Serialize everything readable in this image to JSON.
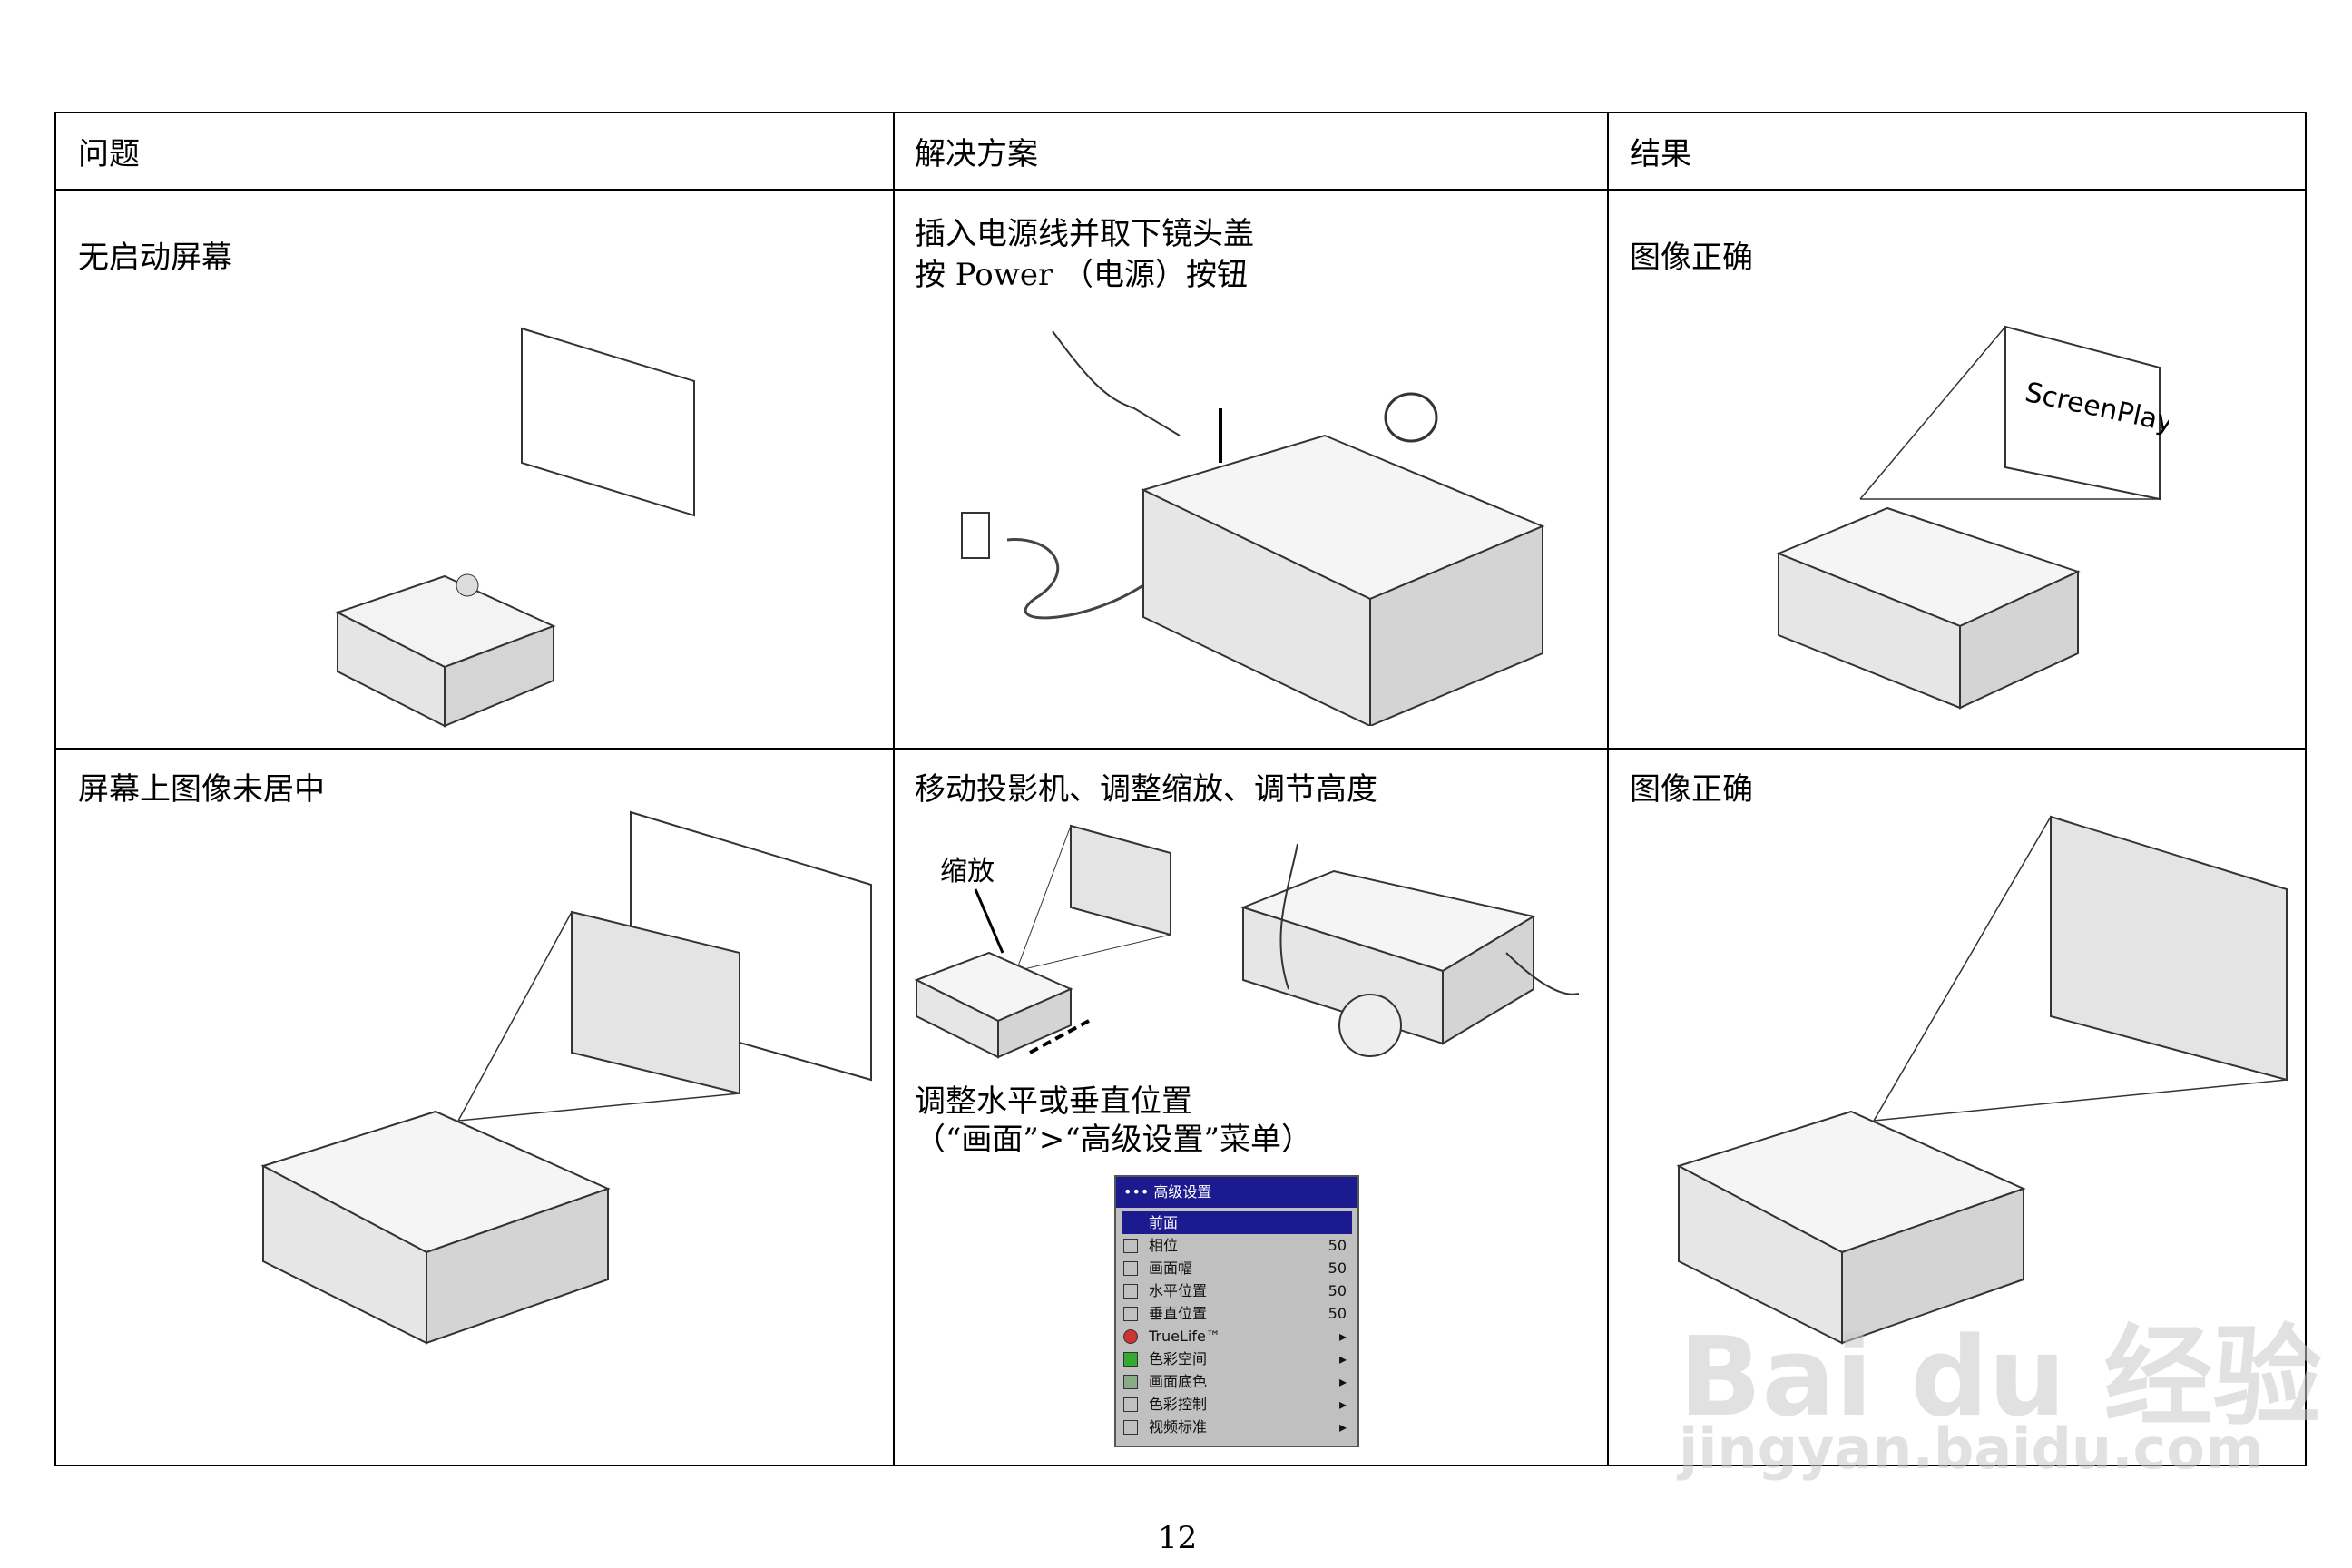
{
  "table": {
    "headers": [
      "问题",
      "解决方案",
      "结果"
    ],
    "rows": [
      {
        "problem": "无启动屏幕",
        "solution_lines": [
          "插入电源线并取下镜头盖",
          "按 Power （电源）按钮"
        ],
        "result": "图像正确"
      },
      {
        "problem": "屏幕上图像未居中",
        "solution_title": "移动投影机、调整缩放、调节高度",
        "zoom_label": "缩放",
        "solution_lines": [
          "调整水平或垂直位置",
          "（“画面”>“高级设置”菜单）"
        ],
        "result": "图像正确"
      }
    ]
  },
  "screen_logo": "ScreenPlay",
  "menu": {
    "title": "高级设置",
    "items": [
      {
        "label": "前面",
        "value": "",
        "selected": true
      },
      {
        "label": "相位",
        "value": "50"
      },
      {
        "label": "画面幅",
        "value": "50"
      },
      {
        "label": "水平位置",
        "value": "50"
      },
      {
        "label": "垂直位置",
        "value": "50"
      },
      {
        "label": "TrueLife™",
        "value": "▸"
      },
      {
        "label": "色彩空间",
        "value": "▸"
      },
      {
        "label": "画面底色",
        "value": "▸"
      },
      {
        "label": "色彩控制",
        "value": "▸"
      },
      {
        "label": "视频标准",
        "value": "▸"
      }
    ]
  },
  "page_number": "12",
  "watermark": {
    "line1": "Bai du 经验",
    "line2": "jingyan.baidu.com"
  }
}
